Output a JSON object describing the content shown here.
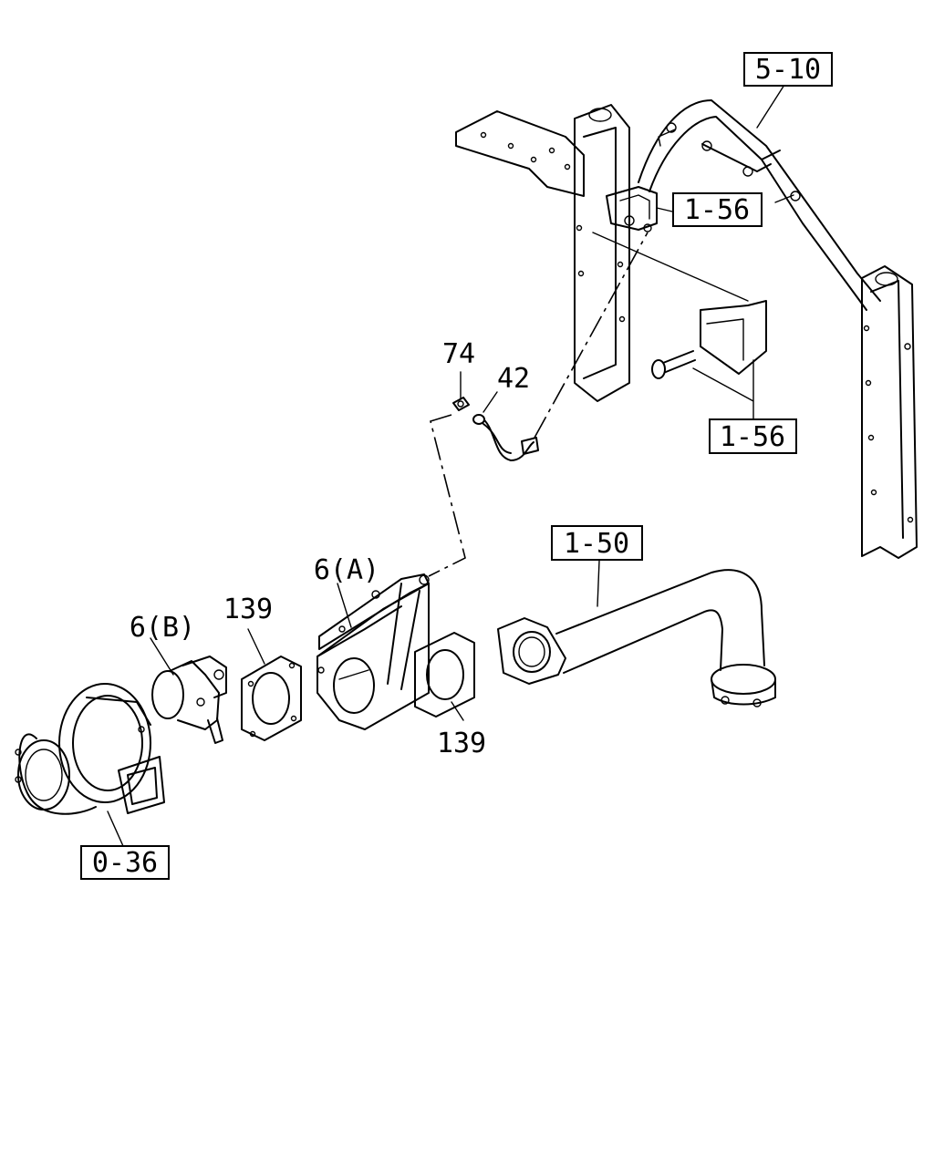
{
  "references": {
    "frame": "5-10",
    "bracket_upper": "1-56",
    "bracket_lower": "1-56",
    "exhaust_pipe": "1-50",
    "turbocharger": "0-36"
  },
  "parts": {
    "connector": "74",
    "hose": "42",
    "valve_a": "6(A)",
    "valve_b": "6(B)",
    "gasket_left": "139",
    "gasket_right": "139"
  }
}
